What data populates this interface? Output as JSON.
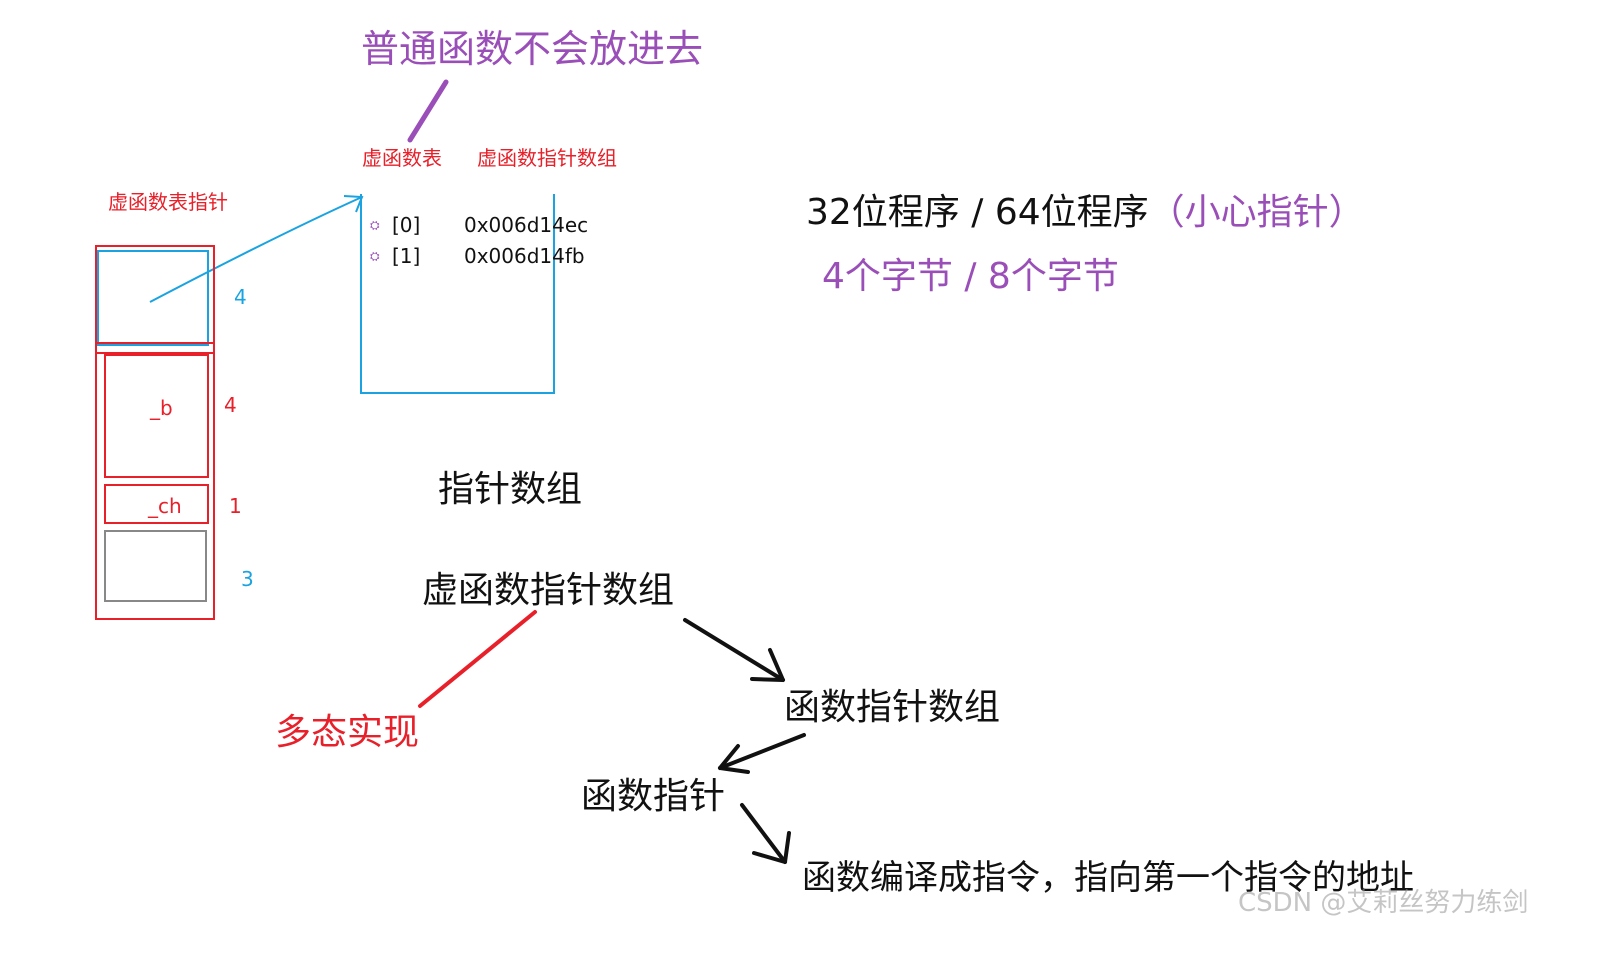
{
  "top_note": "普通函数不会放进去",
  "vtable_label": "虚函数表",
  "vfptr_array_label": "虚函数指针数组",
  "vptr_label": "虚函数表指针",
  "object_layout": {
    "vptr_size": "4",
    "b_name": "_b",
    "b_size": "4",
    "ch_name": "_ch",
    "ch_size": "1",
    "padding_size": "3"
  },
  "vtable_entries": [
    {
      "index": "[0]",
      "address": "0x006d14ec"
    },
    {
      "index": "[1]",
      "address": "0x006d14fb"
    }
  ],
  "pointer_size": {
    "line1_main": "32位程序 / 64位程序",
    "line1_note": "（小心指针）",
    "line2": "4个字节 / 8个字节"
  },
  "concepts": {
    "pointer_array": "指针数组",
    "virtual_func_ptr_array": "虚函数指针数组",
    "polymorphism": "多态实现",
    "func_ptr_array": "函数指针数组",
    "func_ptr": "函数指针",
    "func_compiled": "函数编译成指令，指向第一个指令的地址"
  },
  "watermark": "CSDN @艾莉丝努力练剑",
  "colors": {
    "purple": "#9a4fb8",
    "red": "#e8202a",
    "blue": "#1aa3e0",
    "gray": "#888888",
    "black": "#111111"
  }
}
